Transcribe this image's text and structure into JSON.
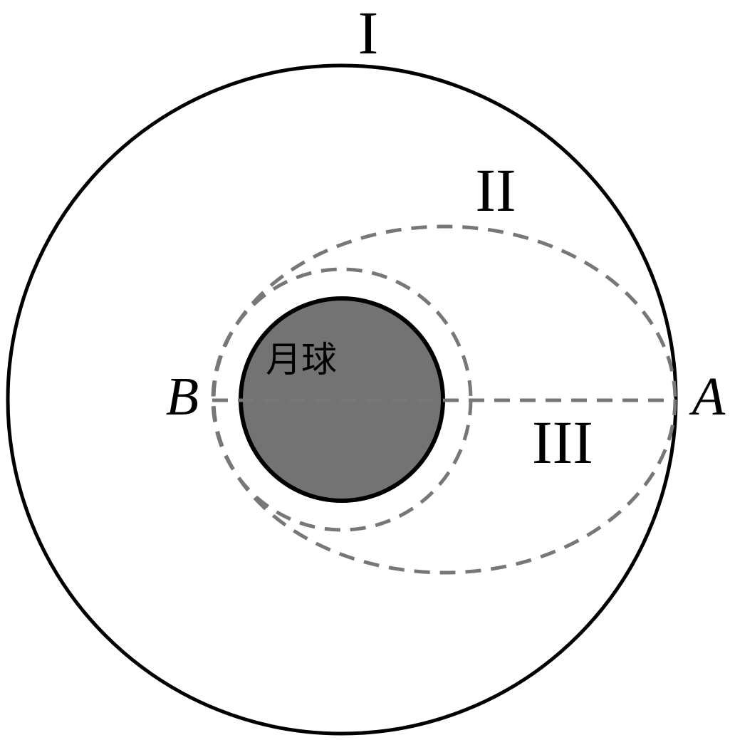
{
  "diagram": {
    "orbit_labels": {
      "orbit_1": "I",
      "orbit_2": "II",
      "orbit_3": "III"
    },
    "points": {
      "a": "A",
      "b": "B"
    },
    "moon_label": "月球",
    "colors": {
      "moon_fill": "#737373",
      "dashed_orbit": "#777777",
      "solid_orbit": "#000000",
      "background": "#ffffff"
    }
  }
}
